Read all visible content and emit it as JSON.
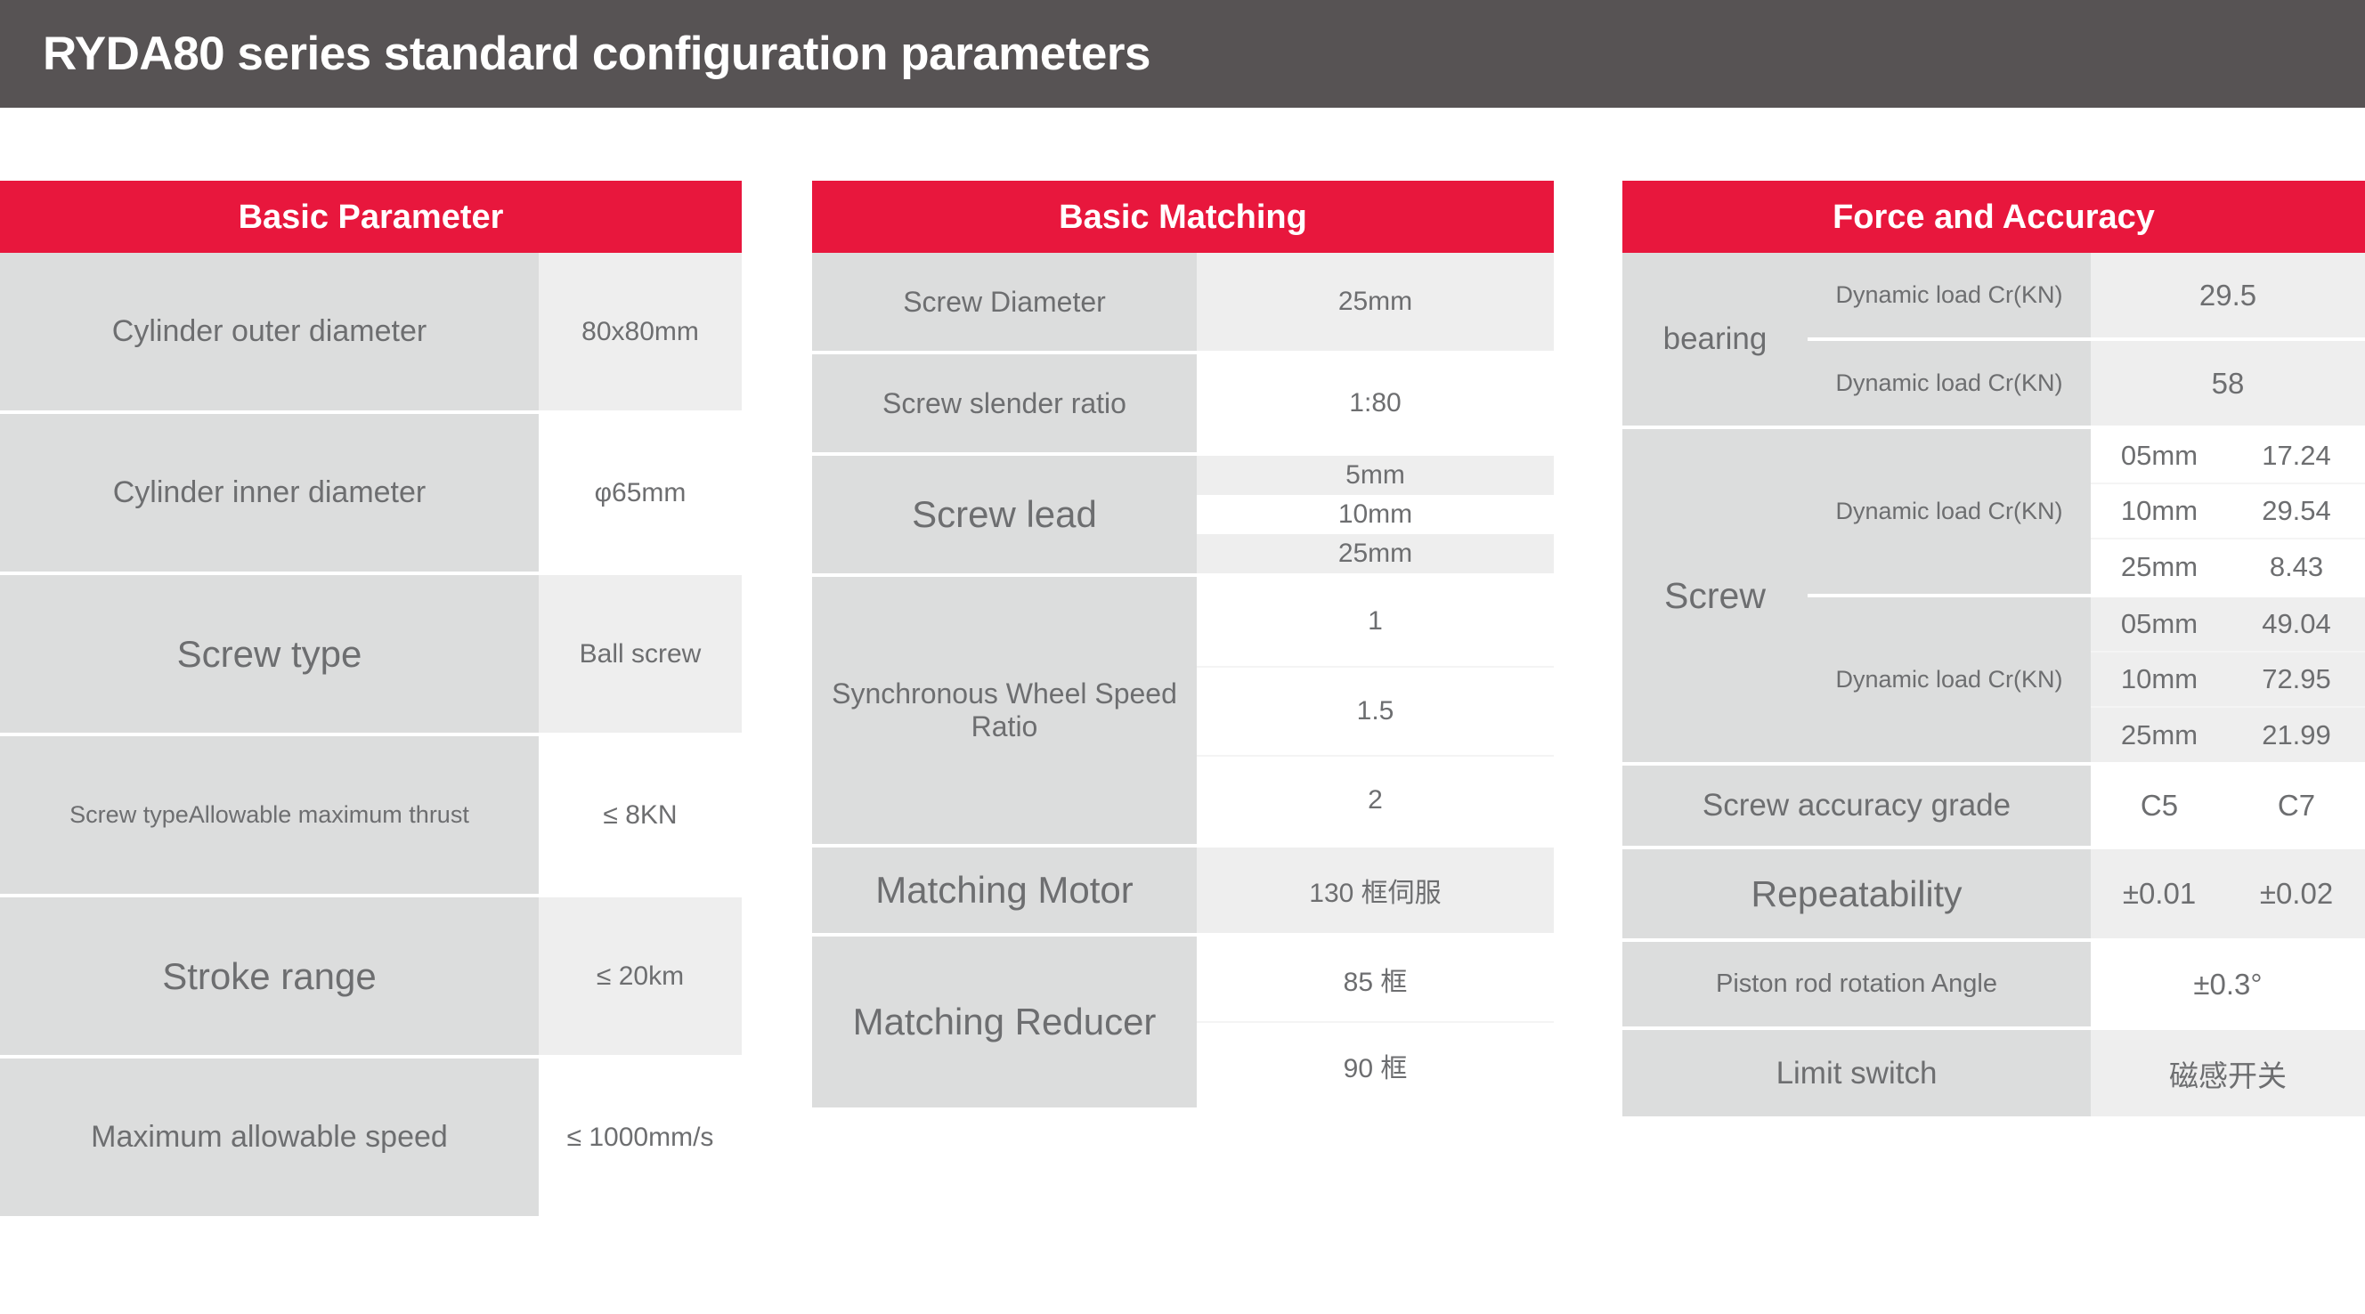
{
  "page": {
    "title": "RYDA80 series standard configuration parameters",
    "title_bar_color": "#575354",
    "header_accent_color": "#e8173d",
    "label_bg_color": "#dcdddd",
    "value_shade_color": "#eeeeee",
    "text_color": "#6d6e70"
  },
  "tables": [
    {
      "id": "basic-parameter",
      "header": "Basic Parameter",
      "rows": [
        {
          "label": "Cylinder outer diameter",
          "value": "80x80mm"
        },
        {
          "label": "Cylinder inner diameter",
          "value": "φ65mm"
        },
        {
          "label": "Screw type",
          "value": "Ball screw"
        },
        {
          "label": "Screw typeAllowable maximum thrust",
          "value": "≤ 8KN"
        },
        {
          "label": "Stroke range",
          "value": "≤ 20km"
        },
        {
          "label": "Maximum allowable speed",
          "value": "≤ 1000mm/s"
        }
      ]
    },
    {
      "id": "basic-matching",
      "header": "Basic Matching",
      "rows": [
        {
          "label": "Screw Diameter",
          "values": [
            "25mm"
          ]
        },
        {
          "label": "Screw slender ratio",
          "values": [
            "1:80"
          ]
        },
        {
          "label": "Screw lead",
          "values": [
            "5mm",
            "10mm",
            "25mm"
          ]
        },
        {
          "label": "Synchronous Wheel Speed Ratio",
          "values": [
            "1",
            "1.5",
            "2"
          ]
        },
        {
          "label": "Matching Motor",
          "values": [
            "130 框伺服"
          ]
        },
        {
          "label": "Matching Reducer",
          "values": [
            "85 框",
            "90 框"
          ]
        }
      ]
    },
    {
      "id": "force-accuracy",
      "header": "Force and Accuracy",
      "groups": [
        {
          "name": "bearing",
          "subrows": [
            {
              "label": "Dynamic load Cr(KN)",
              "value": "29.5"
            },
            {
              "label": "Dynamic load Cr(KN)",
              "value": "58"
            }
          ]
        },
        {
          "name": "Screw",
          "blocks": [
            {
              "label": "Dynamic load Cr(KN)",
              "items": [
                {
                  "lead": "05mm",
                  "value": "17.24"
                },
                {
                  "lead": "10mm",
                  "value": "29.54"
                },
                {
                  "lead": "25mm",
                  "value": "8.43"
                }
              ]
            },
            {
              "label": "Dynamic load Cr(KN)",
              "items": [
                {
                  "lead": "05mm",
                  "value": "49.04"
                },
                {
                  "lead": "10mm",
                  "value": "72.95"
                },
                {
                  "lead": "25mm",
                  "value": "21.99"
                }
              ]
            }
          ]
        }
      ],
      "tail_rows": [
        {
          "label": "Screw accuracy grade",
          "value_a": "C5",
          "value_b": "C7"
        },
        {
          "label": "Repeatability",
          "value_a": "±0.01",
          "value_b": "±0.02"
        },
        {
          "label": "Piston rod rotation Angle",
          "value_span": "±0.3°"
        },
        {
          "label": "Limit switch",
          "value_span": "磁感开关"
        }
      ]
    }
  ]
}
